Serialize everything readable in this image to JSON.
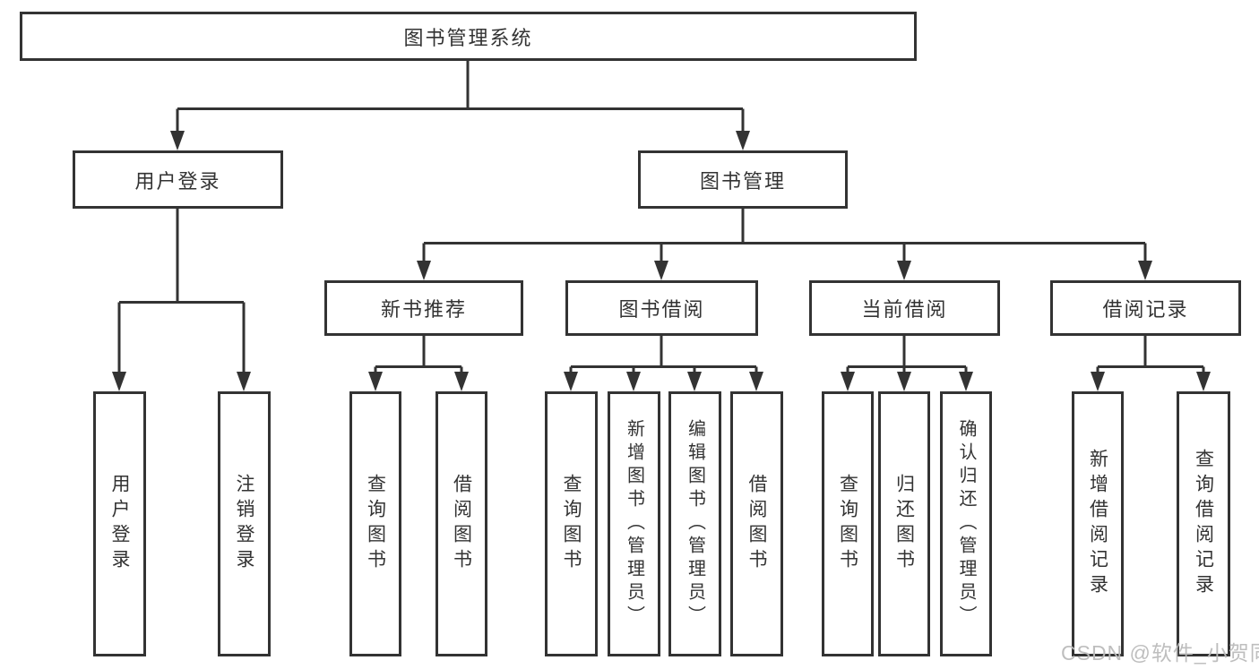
{
  "diagram": {
    "root": {
      "label": "图书管理系统"
    },
    "level1": [
      {
        "label": "用户登录",
        "children": [
          {
            "label": "用户登录"
          },
          {
            "label": "注销登录"
          }
        ]
      },
      {
        "label": "图书管理",
        "children": [
          {
            "label": "新书推荐",
            "children": [
              {
                "label": "查询图书"
              },
              {
                "label": "借阅图书"
              }
            ]
          },
          {
            "label": "图书借阅",
            "children": [
              {
                "label": "查询图书"
              },
              {
                "label": "新增图书（管理员）"
              },
              {
                "label": "编辑图书（管理员）"
              },
              {
                "label": "借阅图书"
              }
            ]
          },
          {
            "label": "当前借阅",
            "children": [
              {
                "label": "查询图书"
              },
              {
                "label": "归还图书"
              },
              {
                "label": "确认归还（管理员）"
              }
            ]
          },
          {
            "label": "借阅记录",
            "children": [
              {
                "label": "新增借阅记录"
              },
              {
                "label": "查询借阅记录"
              }
            ]
          }
        ]
      }
    ]
  },
  "watermark": "CSDN @软件_小贺同学",
  "colors": {
    "line": "#333333",
    "text": "#333333",
    "background": "#ffffff",
    "watermark": "#bababa"
  }
}
